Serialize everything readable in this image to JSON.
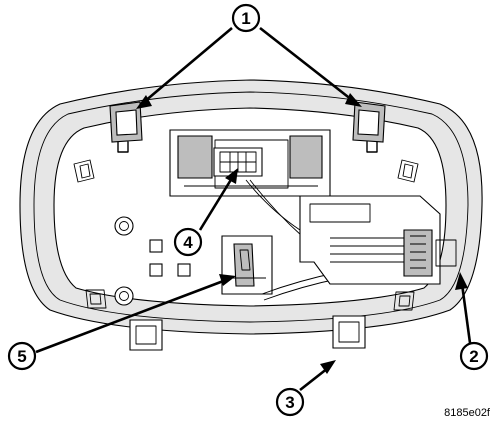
{
  "callouts": [
    {
      "id": "1",
      "label": "1"
    },
    {
      "id": "2",
      "label": "2"
    },
    {
      "id": "3",
      "label": "3"
    },
    {
      "id": "4",
      "label": "4"
    },
    {
      "id": "5",
      "label": "5"
    }
  ],
  "figure_id": "8185e02f"
}
